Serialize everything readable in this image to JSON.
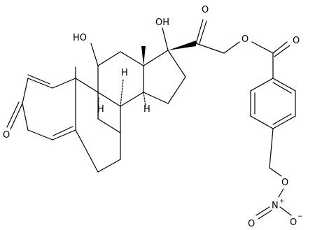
{
  "molecule": {
    "labels": {
      "oh_11": "HO",
      "oh_17": "OH",
      "c20_oxo": "O",
      "ester_o": "O",
      "carbonyl_o": "O",
      "ketone_o": "O",
      "h_8": "H",
      "h_9": "H",
      "h_14": "H",
      "nitrate_o1": "O",
      "nitrate_n": "N",
      "nitrate_plus": "+",
      "nitrate_o2": "O",
      "nitrate_o3": "O",
      "nitrate_minus": "−"
    }
  }
}
